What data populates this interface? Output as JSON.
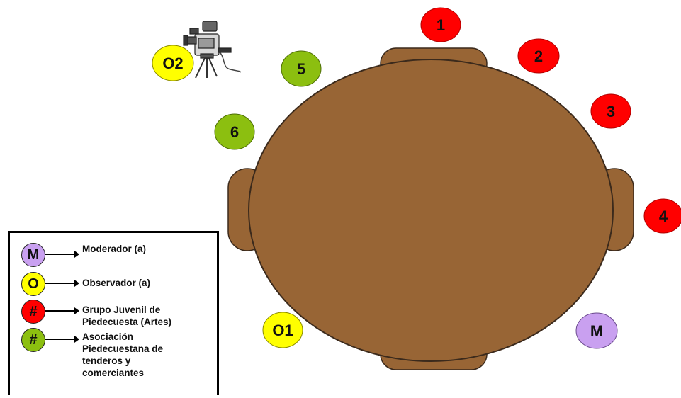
{
  "colors": {
    "table": "#986535",
    "table_outline": "#3b2a1c",
    "red_seat": "#ff0000",
    "green_seat": "#8cbf10",
    "yellow_seat": "#ffff00",
    "purple_seat": "#c9a0f0"
  },
  "seats": {
    "s1": "1",
    "s2": "2",
    "s3": "3",
    "s4": "4",
    "s5": "5",
    "s6": "6",
    "o1": "O1",
    "o2": "O2",
    "m": "M"
  },
  "camera_icon": "video-camera-icon",
  "legend": {
    "items": [
      {
        "badge": "M",
        "label": "Moderador (a)",
        "color": "#c9a0f0"
      },
      {
        "badge": "O",
        "label": "Observador (a)",
        "color": "#ffff00"
      },
      {
        "badge": "#",
        "label": "Grupo Juvenil de\nPiedecuesta (Artes)",
        "color": "#ff0000"
      },
      {
        "badge": "#",
        "label": "Asociación\nPiedecuestana de\ntenderos y\ncomerciantes",
        "color": "#8cbf10"
      }
    ]
  }
}
